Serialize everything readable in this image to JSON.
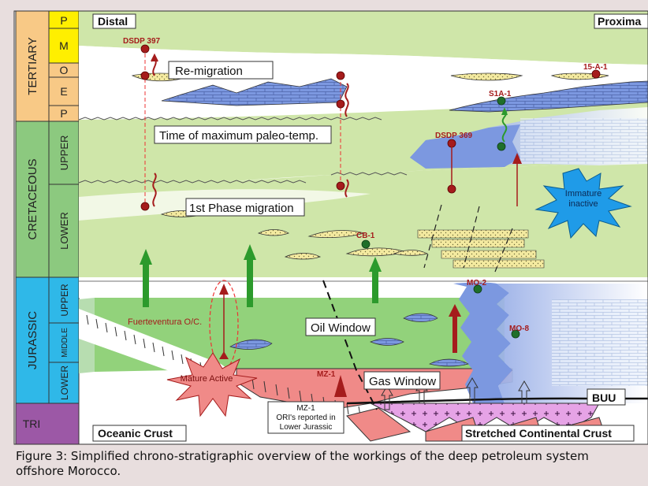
{
  "colors": {
    "tertiary": "#f8c986",
    "paleogene_band": "#ffef00",
    "cretaceous": "#8cc97f",
    "jurassic": "#2fb8e8",
    "triassic": "#9c58a6",
    "cretaceous_fill": "#cfe6a9",
    "oil_window": "#92d27b",
    "gas_window": "#f08a88",
    "carbonate": "#7c98e0",
    "mature_star": "#f08a88",
    "immature_star": "#1f9be8",
    "migration_arrow": "#2c9a2c",
    "well_red": "#a51c1c",
    "well_green": "#1f6f2a"
  },
  "stratigraphy": {
    "systems": [
      "TERTIARY",
      "CRETACEOUS",
      "JURASSIC",
      "TRI"
    ],
    "tertiary_stages": [
      "P",
      "M",
      "O",
      "E",
      "P"
    ],
    "cretaceous_stages": [
      "UPPER",
      "LOWER"
    ],
    "jurassic_stages": [
      "UPPER",
      "MIDDLE",
      "LOWER"
    ]
  },
  "diagram": {
    "distal": "Distal",
    "proximal": "Proxima",
    "remigration": "Re-migration",
    "max_paleotemp": "Time of maximum paleo-temp.",
    "first_phase": "1st Phase migration",
    "oil_window": "Oil Window",
    "gas_window": "Gas Window",
    "buu": "BUU",
    "oceanic_crust": "Oceanic Crust",
    "stretched_crust": "Stretched Continental Crust",
    "mature_active": "Mature Active",
    "immature_line1": "Immature",
    "immature_line2": "inactive",
    "fuerteventura": "Fuerteventura O/C.",
    "mz1_note_line1": "MZ-1",
    "mz1_note_line2": "ORI's reported in",
    "mz1_note_line3": "Lower Jurassic"
  },
  "wells": {
    "dsdp397": "DSDP 397",
    "w15a1": "15-A-1",
    "s1a1": "S1A-1",
    "dsdp369": "DSDP 369",
    "cb1": "CB-1",
    "mo2": "MO-2",
    "mo8": "MO-8",
    "mz1": "MZ-1"
  },
  "caption": "Figure 3: Simplified chrono-stratigraphic overview of the workings of the deep petroleum system offshore Morocco."
}
